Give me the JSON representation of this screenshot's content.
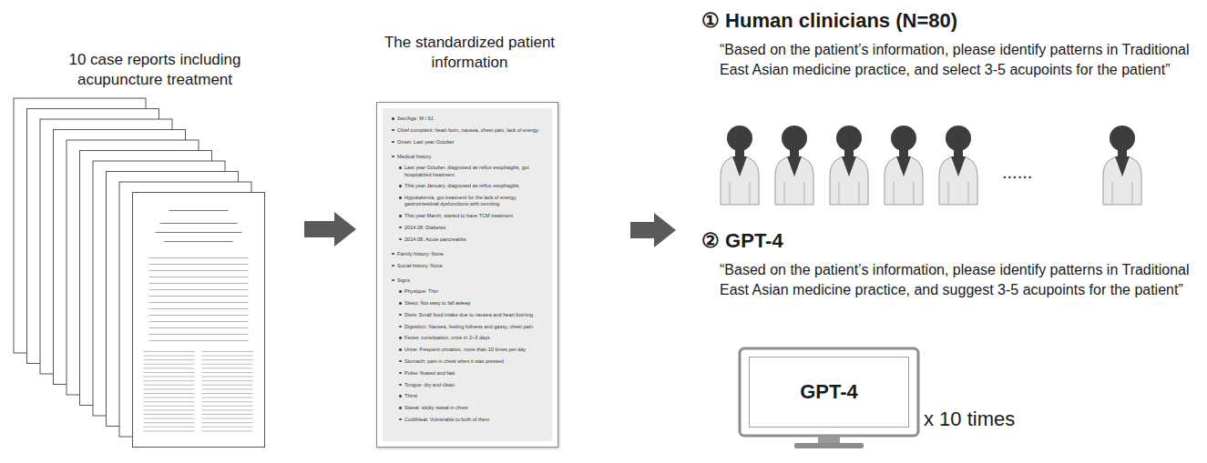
{
  "diagram": {
    "nodes": [
      {
        "text": [
          "10 case reports including acupuncture treatment"
        ]
      },
      {
        "text": [
          "The standardized patient information",
          "Sex/Age: M / 61",
          "Chief complaint: heart burn, nausea, chest pain, lack of energy",
          "Onset: Last year October",
          "Medical history",
          "Last year October, diagnosed as reflux esophagitis, got hospitalized treatment",
          "This year January, diagnosed as reflux esophagitis",
          "Hypokalemia, got treatment for the lack of energy, gastrointestinal dysfunctions with vomiting",
          "This year March, started to have TCM treatment",
          "2014.08. Diabetes",
          "2014.08. Acute pancreatitis",
          "Family history: None",
          "Social history: None",
          "Signs",
          "Physique: Thin",
          "Sleep: Not easy to fall asleep",
          "Diets: Small food intake due to nausea and heart burning",
          "Digestion: Nausea, feeling fullness and gassy, chest pain",
          "Feces: constipation, once in 2~3 days",
          "Urine: Frequent urination, more than 10 times per day",
          "Stomach: pain in chest when it was pressed",
          "Pulse: floated and fast",
          "Tongue: dry and clean",
          "Thirst",
          "Sweat: sticky sweat in chest",
          "Cold/Heat: Vulnerable to both of them"
        ]
      },
      {
        "text": [
          "GPT-4"
        ]
      }
    ],
    "edges": [
      {
        "from": 0,
        "to": 1,
        "arrow": "to"
      }
    ],
    "labels": [
      "① Human clinicians (N=80)",
      "“Based on the patient’s information, please identify patterns in Traditional East Asian medicine practice, and select 3-5 acupoints for the patient”",
      "......",
      "② GPT-4",
      "“Based on the patient’s information, please identify patterns in Traditional East Asian medicine practice, and suggest 3-5 acupoints for the patient”",
      "x 10 times"
    ]
  }
}
